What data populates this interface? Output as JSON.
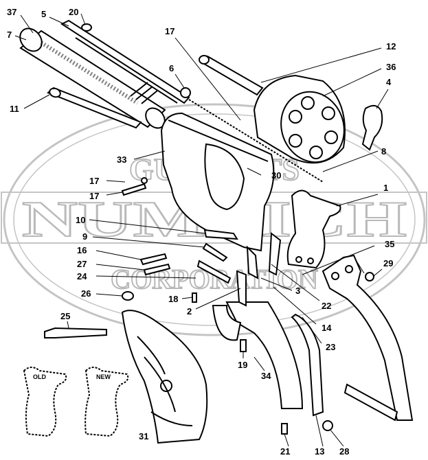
{
  "watermark": {
    "top_text": "GUNPARTS",
    "main_text": "NUMRICH",
    "bottom_text": "CORPORATION"
  },
  "inset": {
    "old_label": "OLD",
    "new_label": "NEW"
  },
  "callouts": [
    "1",
    "2",
    "3",
    "4",
    "5",
    "6",
    "7",
    "8",
    "9",
    "10",
    "11",
    "12",
    "13",
    "14",
    "16",
    "17",
    "17",
    "17",
    "18",
    "19",
    "20",
    "21",
    "22",
    "23",
    "24",
    "25",
    "26",
    "27",
    "28",
    "29",
    "30",
    "31",
    "33",
    "34",
    "35",
    "36",
    "37"
  ]
}
